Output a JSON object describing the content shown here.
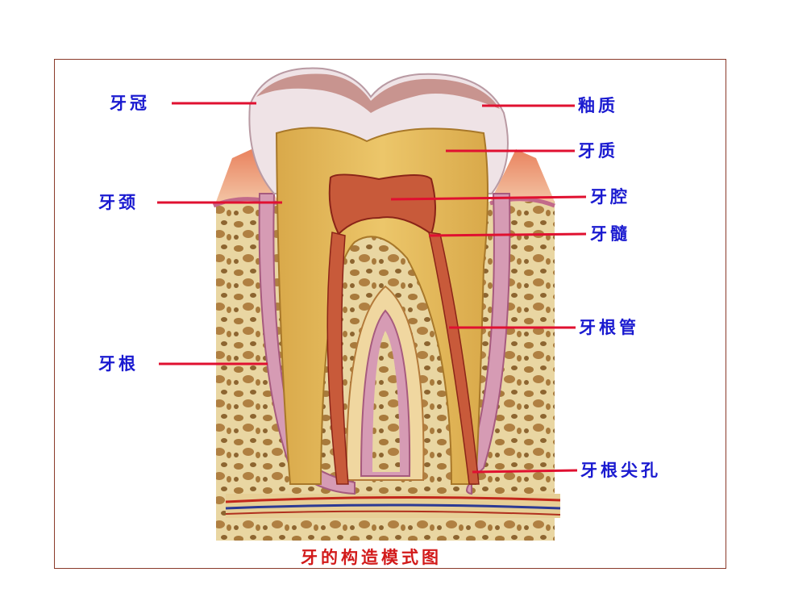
{
  "caption": "牙的构造模式图",
  "labels": {
    "crown": "牙冠",
    "neck": "牙颈",
    "root": "牙根",
    "enamel": "釉质",
    "dentin": "牙质",
    "pulp_cavity": "牙腔",
    "pulp": "牙髓",
    "root_canal": "牙根管",
    "apical_foramen": "牙根尖孔"
  },
  "colors": {
    "label_text": "#1a1ad0",
    "leader_line": "#e01030",
    "caption_text": "#d21a1a",
    "frame": "#8a3a2a"
  }
}
